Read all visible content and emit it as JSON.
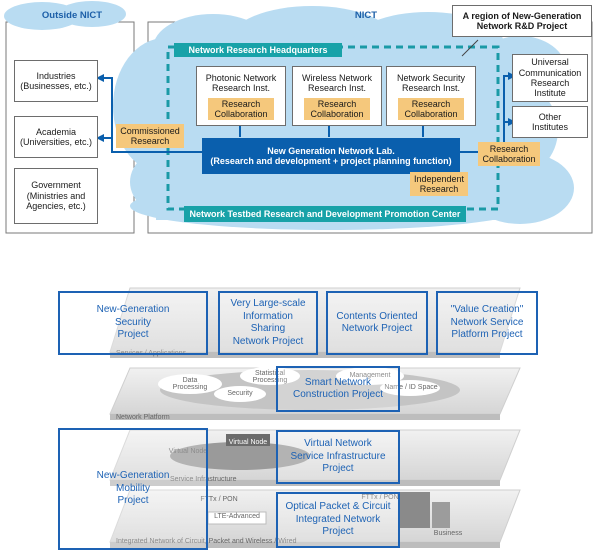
{
  "top": {
    "outside_label": "Outside NICT",
    "nict_label": "NICT",
    "callout": "A region of New-Generation\nNetwork R&D Project",
    "outside_boxes": [
      "Industries\n(Businesses, etc.)",
      "Academia\n(Universities, etc.)",
      "Government\n(Ministries and\nAgencies, etc.)"
    ],
    "hq": "Network Research Headquarters",
    "institutes": [
      {
        "name": "Photonic Network\nResearch Inst.",
        "tag": "Research\nCollaboration"
      },
      {
        "name": "Wireless Network\nResearch Inst.",
        "tag": "Research\nCollaboration"
      },
      {
        "name": "Network Security\nResearch Inst.",
        "tag": "Research\nCollaboration"
      }
    ],
    "lab": "New Generation Network Lab.\n(Research and development + project planning function)",
    "independent": "Independent\nResearch",
    "commissioned": "Commissioned\nResearch",
    "collab_right": "Research\nCollaboration",
    "testbed": "Network Testbed Research and Development Promotion Center",
    "right_boxes": [
      "Universal\nCommunication\nResearch\nInstitute",
      "Other\nInstitutes"
    ]
  },
  "bottom": {
    "projects": [
      "New-Generation\nSecurity\nProject",
      "Very Large-scale\nInformation\nSharing\nNetwork Project",
      "Contents Oriented\nNetwork Project",
      "\"Value Creation\"\nNetwork Service\nPlatform Project",
      "Smart Network\nConstruction Project",
      "Virtual Network\nService Infrastructure\nProject",
      "New-Generation\nMobility\nProject",
      "Optical Packet & Circuit\nIntegrated Network\nProject"
    ],
    "layers": {
      "services": "Services / Applications",
      "platform": "Network Platform",
      "infra": "Service Infrastructure",
      "integrated": "Integrated Network of Circuit, Packet and Wireless / Wired"
    },
    "platform_items": [
      "Data\nProcessing",
      "Statistical\nProcessing",
      "Management",
      "Security",
      "Name / ID Space"
    ],
    "infra_items": [
      "Virtual Node",
      "Virtual Node"
    ],
    "bottom_items": [
      "FTTx / PON",
      "LTE-Advanced",
      "FTTx / PON",
      "Business"
    ]
  },
  "colors": {
    "navy": "#0a5fad",
    "teal": "#18a2a8",
    "orange": "#f5c87c",
    "cloud": "#b9dcf2",
    "project_blue": "#1d62b4"
  }
}
